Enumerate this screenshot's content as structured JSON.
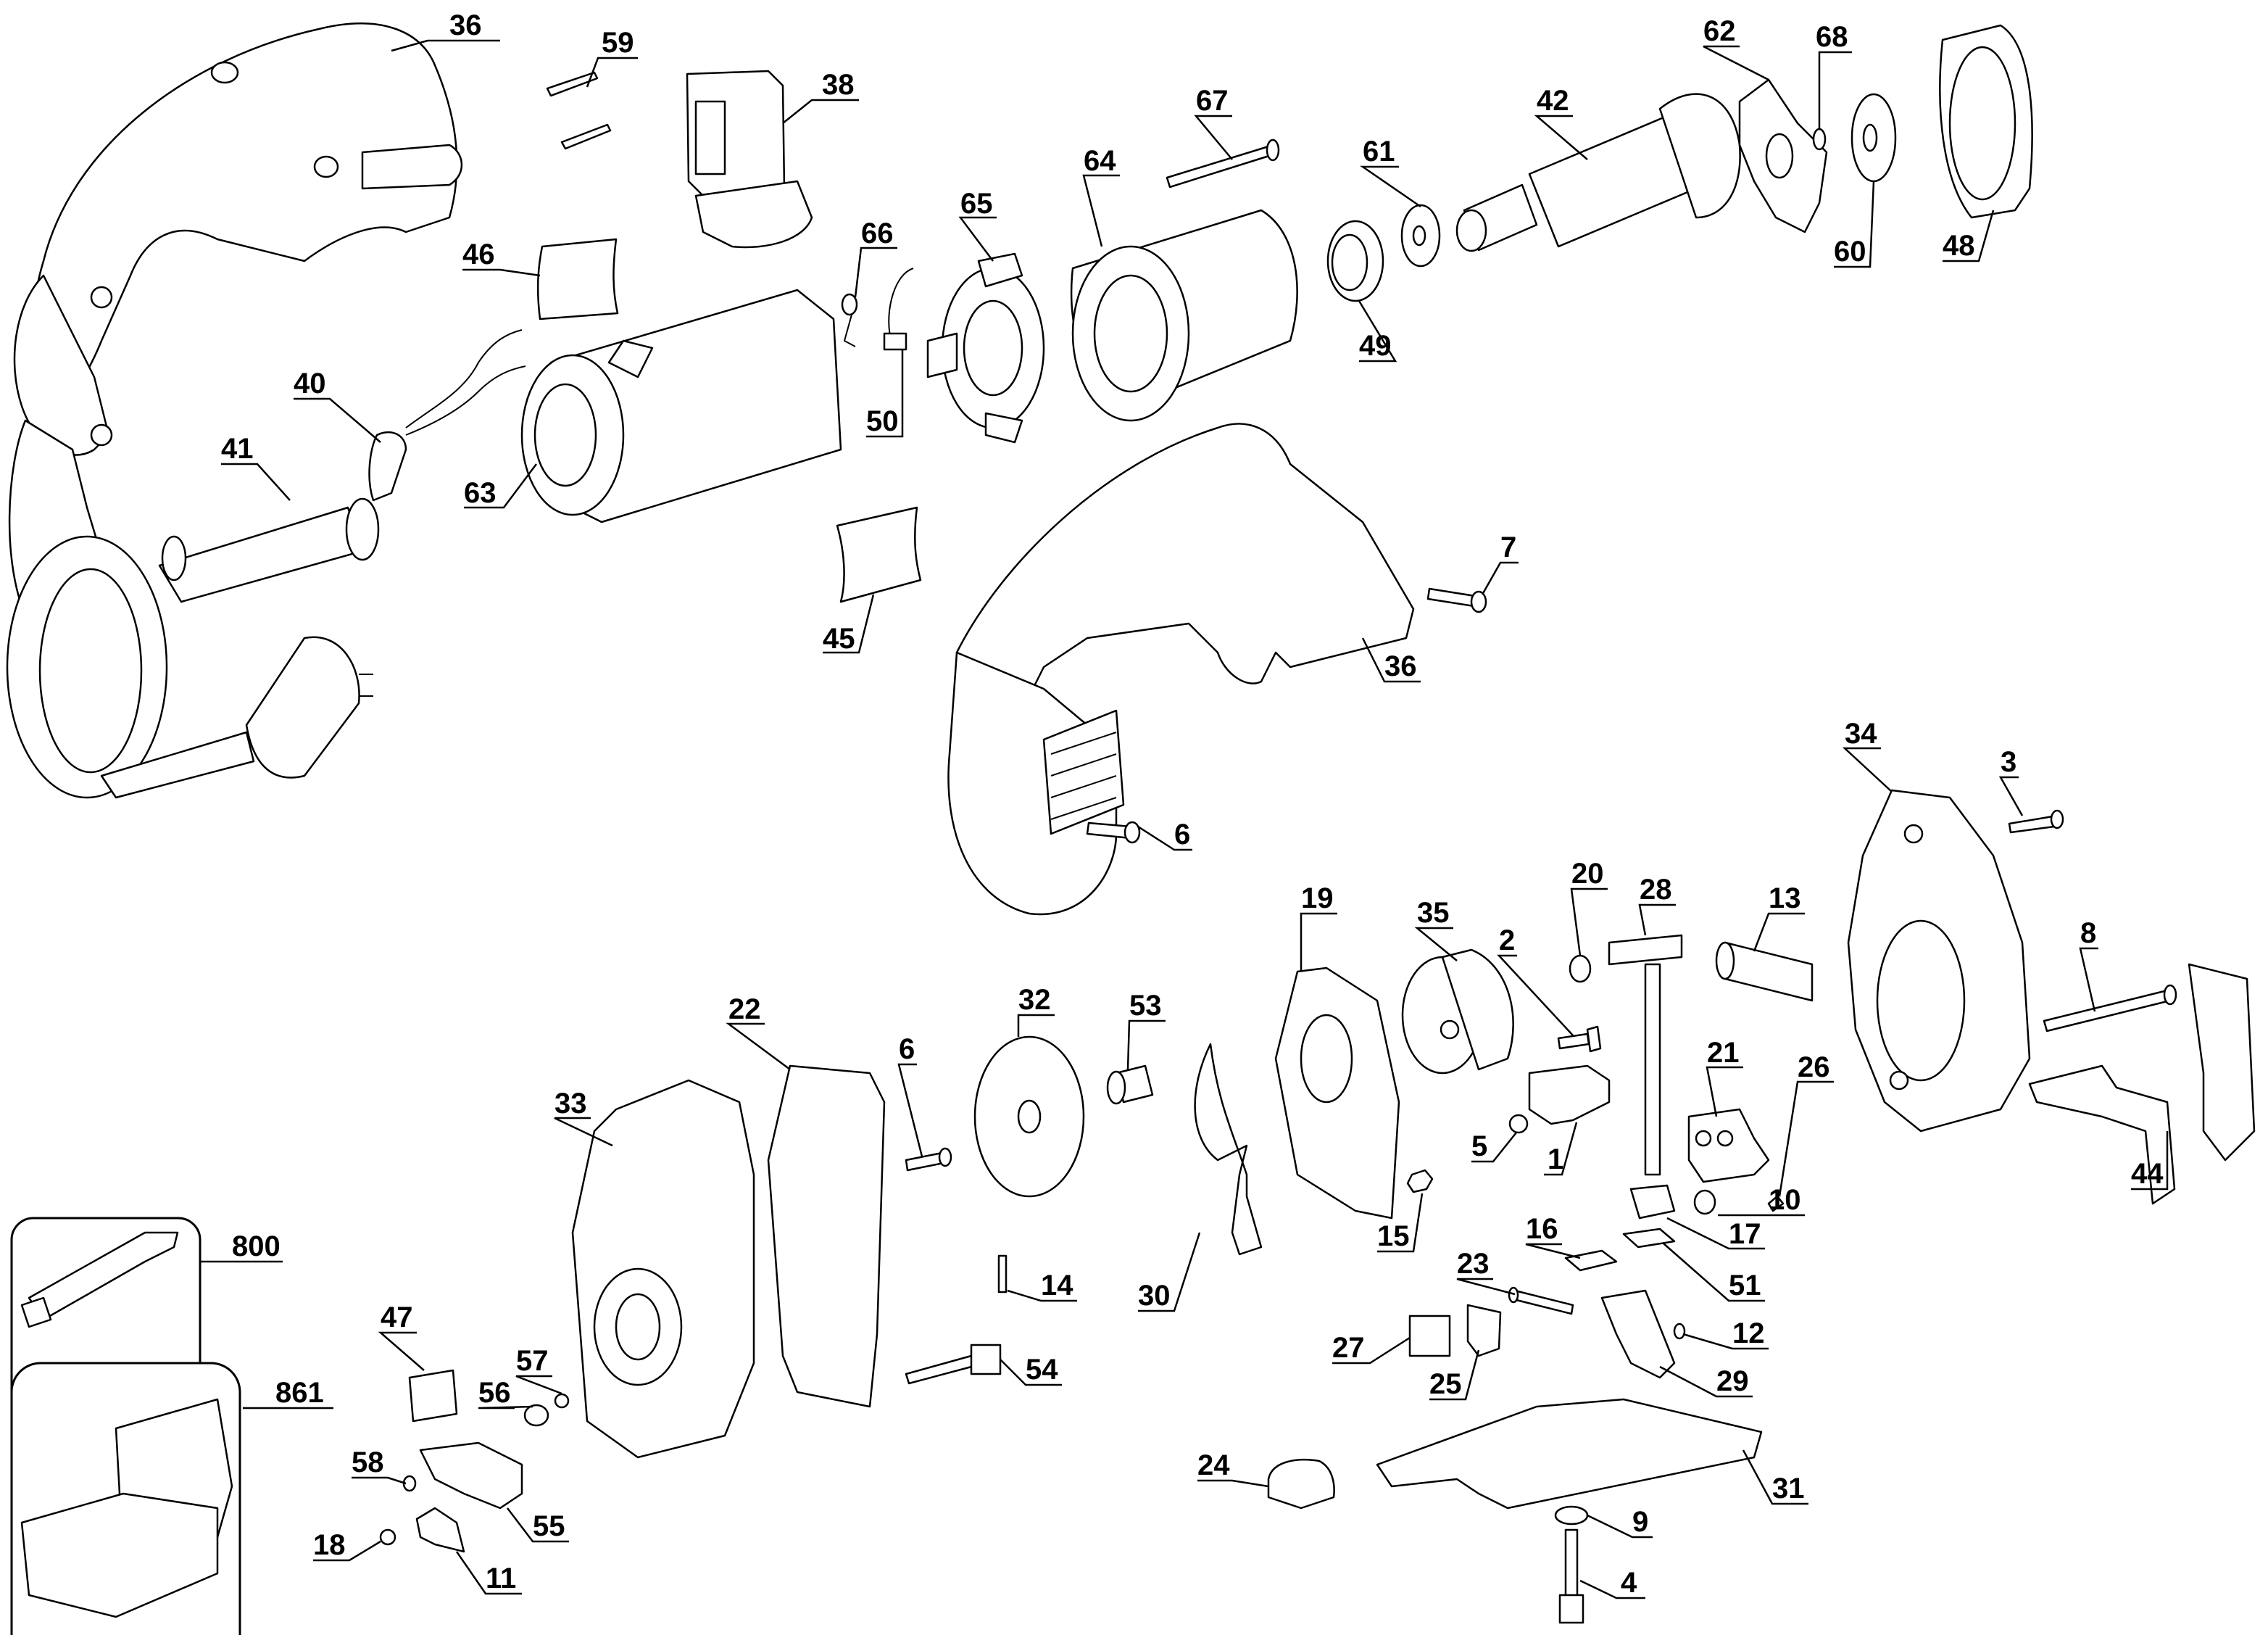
{
  "diagram": {
    "title": "Jigsaw exploded parts diagram",
    "background_color": "#ffffff",
    "line_color": "#000000",
    "callouts": [
      {
        "id": "36a",
        "label": "36",
        "part": "housing-half-left"
      },
      {
        "id": "59",
        "label": "59",
        "part": "terminal-clips"
      },
      {
        "id": "38",
        "label": "38",
        "part": "switch"
      },
      {
        "id": "67",
        "label": "67",
        "part": "screw-long"
      },
      {
        "id": "42",
        "label": "42",
        "part": "armature"
      },
      {
        "id": "62",
        "label": "62",
        "part": "baffle"
      },
      {
        "id": "68",
        "label": "68",
        "part": "retaining-ring"
      },
      {
        "id": "61",
        "label": "61",
        "part": "washer"
      },
      {
        "id": "64",
        "label": "64",
        "part": "field"
      },
      {
        "id": "65",
        "label": "65",
        "part": "brush-holder"
      },
      {
        "id": "66",
        "label": "66",
        "part": "brush-spring"
      },
      {
        "id": "46",
        "label": "46",
        "part": "label-upper"
      },
      {
        "id": "60",
        "label": "60",
        "part": "bearing"
      },
      {
        "id": "48",
        "label": "48",
        "part": "fan-baffle-ring"
      },
      {
        "id": "49",
        "label": "49",
        "part": "bearing-front"
      },
      {
        "id": "50",
        "label": "50",
        "part": "brush"
      },
      {
        "id": "40",
        "label": "40",
        "part": "cord-protector-wires"
      },
      {
        "id": "41",
        "label": "41",
        "part": "cord-set"
      },
      {
        "id": "63",
        "label": "63",
        "part": "motor-housing"
      },
      {
        "id": "45",
        "label": "45",
        "part": "label-lower"
      },
      {
        "id": "7",
        "label": "7",
        "part": "screw"
      },
      {
        "id": "36b",
        "label": "36",
        "part": "housing-half-right"
      },
      {
        "id": "6a",
        "label": "6",
        "part": "screw"
      },
      {
        "id": "34",
        "label": "34",
        "part": "gear-case"
      },
      {
        "id": "3",
        "label": "3",
        "part": "screw"
      },
      {
        "id": "19",
        "label": "19",
        "part": "counterweight"
      },
      {
        "id": "35",
        "label": "35",
        "part": "gear"
      },
      {
        "id": "20",
        "label": "20",
        "part": "bushing"
      },
      {
        "id": "28",
        "label": "28",
        "part": "plunger"
      },
      {
        "id": "13",
        "label": "13",
        "part": "sleeve"
      },
      {
        "id": "8",
        "label": "8",
        "part": "screw-long"
      },
      {
        "id": "2",
        "label": "2",
        "part": "screw"
      },
      {
        "id": "22",
        "label": "22",
        "part": "gasket"
      },
      {
        "id": "32",
        "label": "32",
        "part": "gear-plate"
      },
      {
        "id": "53",
        "label": "53",
        "part": "bushing"
      },
      {
        "id": "6b",
        "label": "6",
        "part": "screw"
      },
      {
        "id": "33",
        "label": "33",
        "part": "gear-case-cover"
      },
      {
        "id": "21",
        "label": "21",
        "part": "blade-clamp"
      },
      {
        "id": "26",
        "label": "26",
        "part": "screw"
      },
      {
        "id": "5",
        "label": "5",
        "part": "screw"
      },
      {
        "id": "1",
        "label": "1",
        "part": "bracket"
      },
      {
        "id": "44",
        "label": "44",
        "part": "blade-guard"
      },
      {
        "id": "10",
        "label": "10",
        "part": "spring"
      },
      {
        "id": "15",
        "label": "15",
        "part": "nut"
      },
      {
        "id": "17",
        "label": "17",
        "part": "roller-holder"
      },
      {
        "id": "800",
        "label": "800",
        "part": "blade-kit"
      },
      {
        "id": "30",
        "label": "30",
        "part": "lever"
      },
      {
        "id": "14",
        "label": "14",
        "part": "pin"
      },
      {
        "id": "16",
        "label": "16",
        "part": "plate"
      },
      {
        "id": "51",
        "label": "51",
        "part": "spring-plate"
      },
      {
        "id": "23",
        "label": "23",
        "part": "screw"
      },
      {
        "id": "12",
        "label": "12",
        "part": "ring"
      },
      {
        "id": "47",
        "label": "47",
        "part": "label-small"
      },
      {
        "id": "57",
        "label": "57",
        "part": "ball"
      },
      {
        "id": "27",
        "label": "27",
        "part": "plate"
      },
      {
        "id": "25",
        "label": "25",
        "part": "gasket-small"
      },
      {
        "id": "29",
        "label": "29",
        "part": "roller-bracket"
      },
      {
        "id": "861",
        "label": "861",
        "part": "carrying-case"
      },
      {
        "id": "56",
        "label": "56",
        "part": "spring"
      },
      {
        "id": "54",
        "label": "54",
        "part": "screw-bolt"
      },
      {
        "id": "58",
        "label": "58",
        "part": "o-ring"
      },
      {
        "id": "24",
        "label": "24",
        "part": "knob"
      },
      {
        "id": "31",
        "label": "31",
        "part": "shoe"
      },
      {
        "id": "55",
        "label": "55",
        "part": "bevel-lever"
      },
      {
        "id": "9",
        "label": "9",
        "part": "washer"
      },
      {
        "id": "18",
        "label": "18",
        "part": "screw"
      },
      {
        "id": "11",
        "label": "11",
        "part": "clamp-plate"
      },
      {
        "id": "4",
        "label": "4",
        "part": "screw-long"
      }
    ]
  }
}
